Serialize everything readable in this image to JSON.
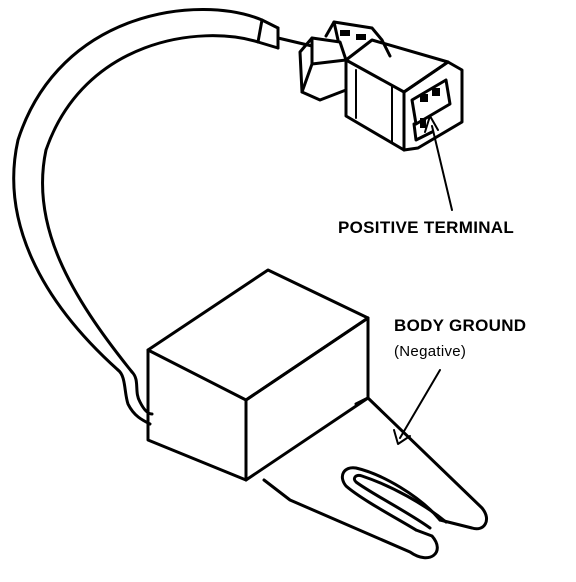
{
  "labels": {
    "positive_terminal": "POSITIVE TERMINAL",
    "body_ground": "BODY GROUND",
    "negative": "(Negative)"
  },
  "colors": {
    "line": "#000000",
    "background": "#ffffff"
  },
  "icons": [
    "cable",
    "connector",
    "relay-box",
    "ground-tab"
  ]
}
